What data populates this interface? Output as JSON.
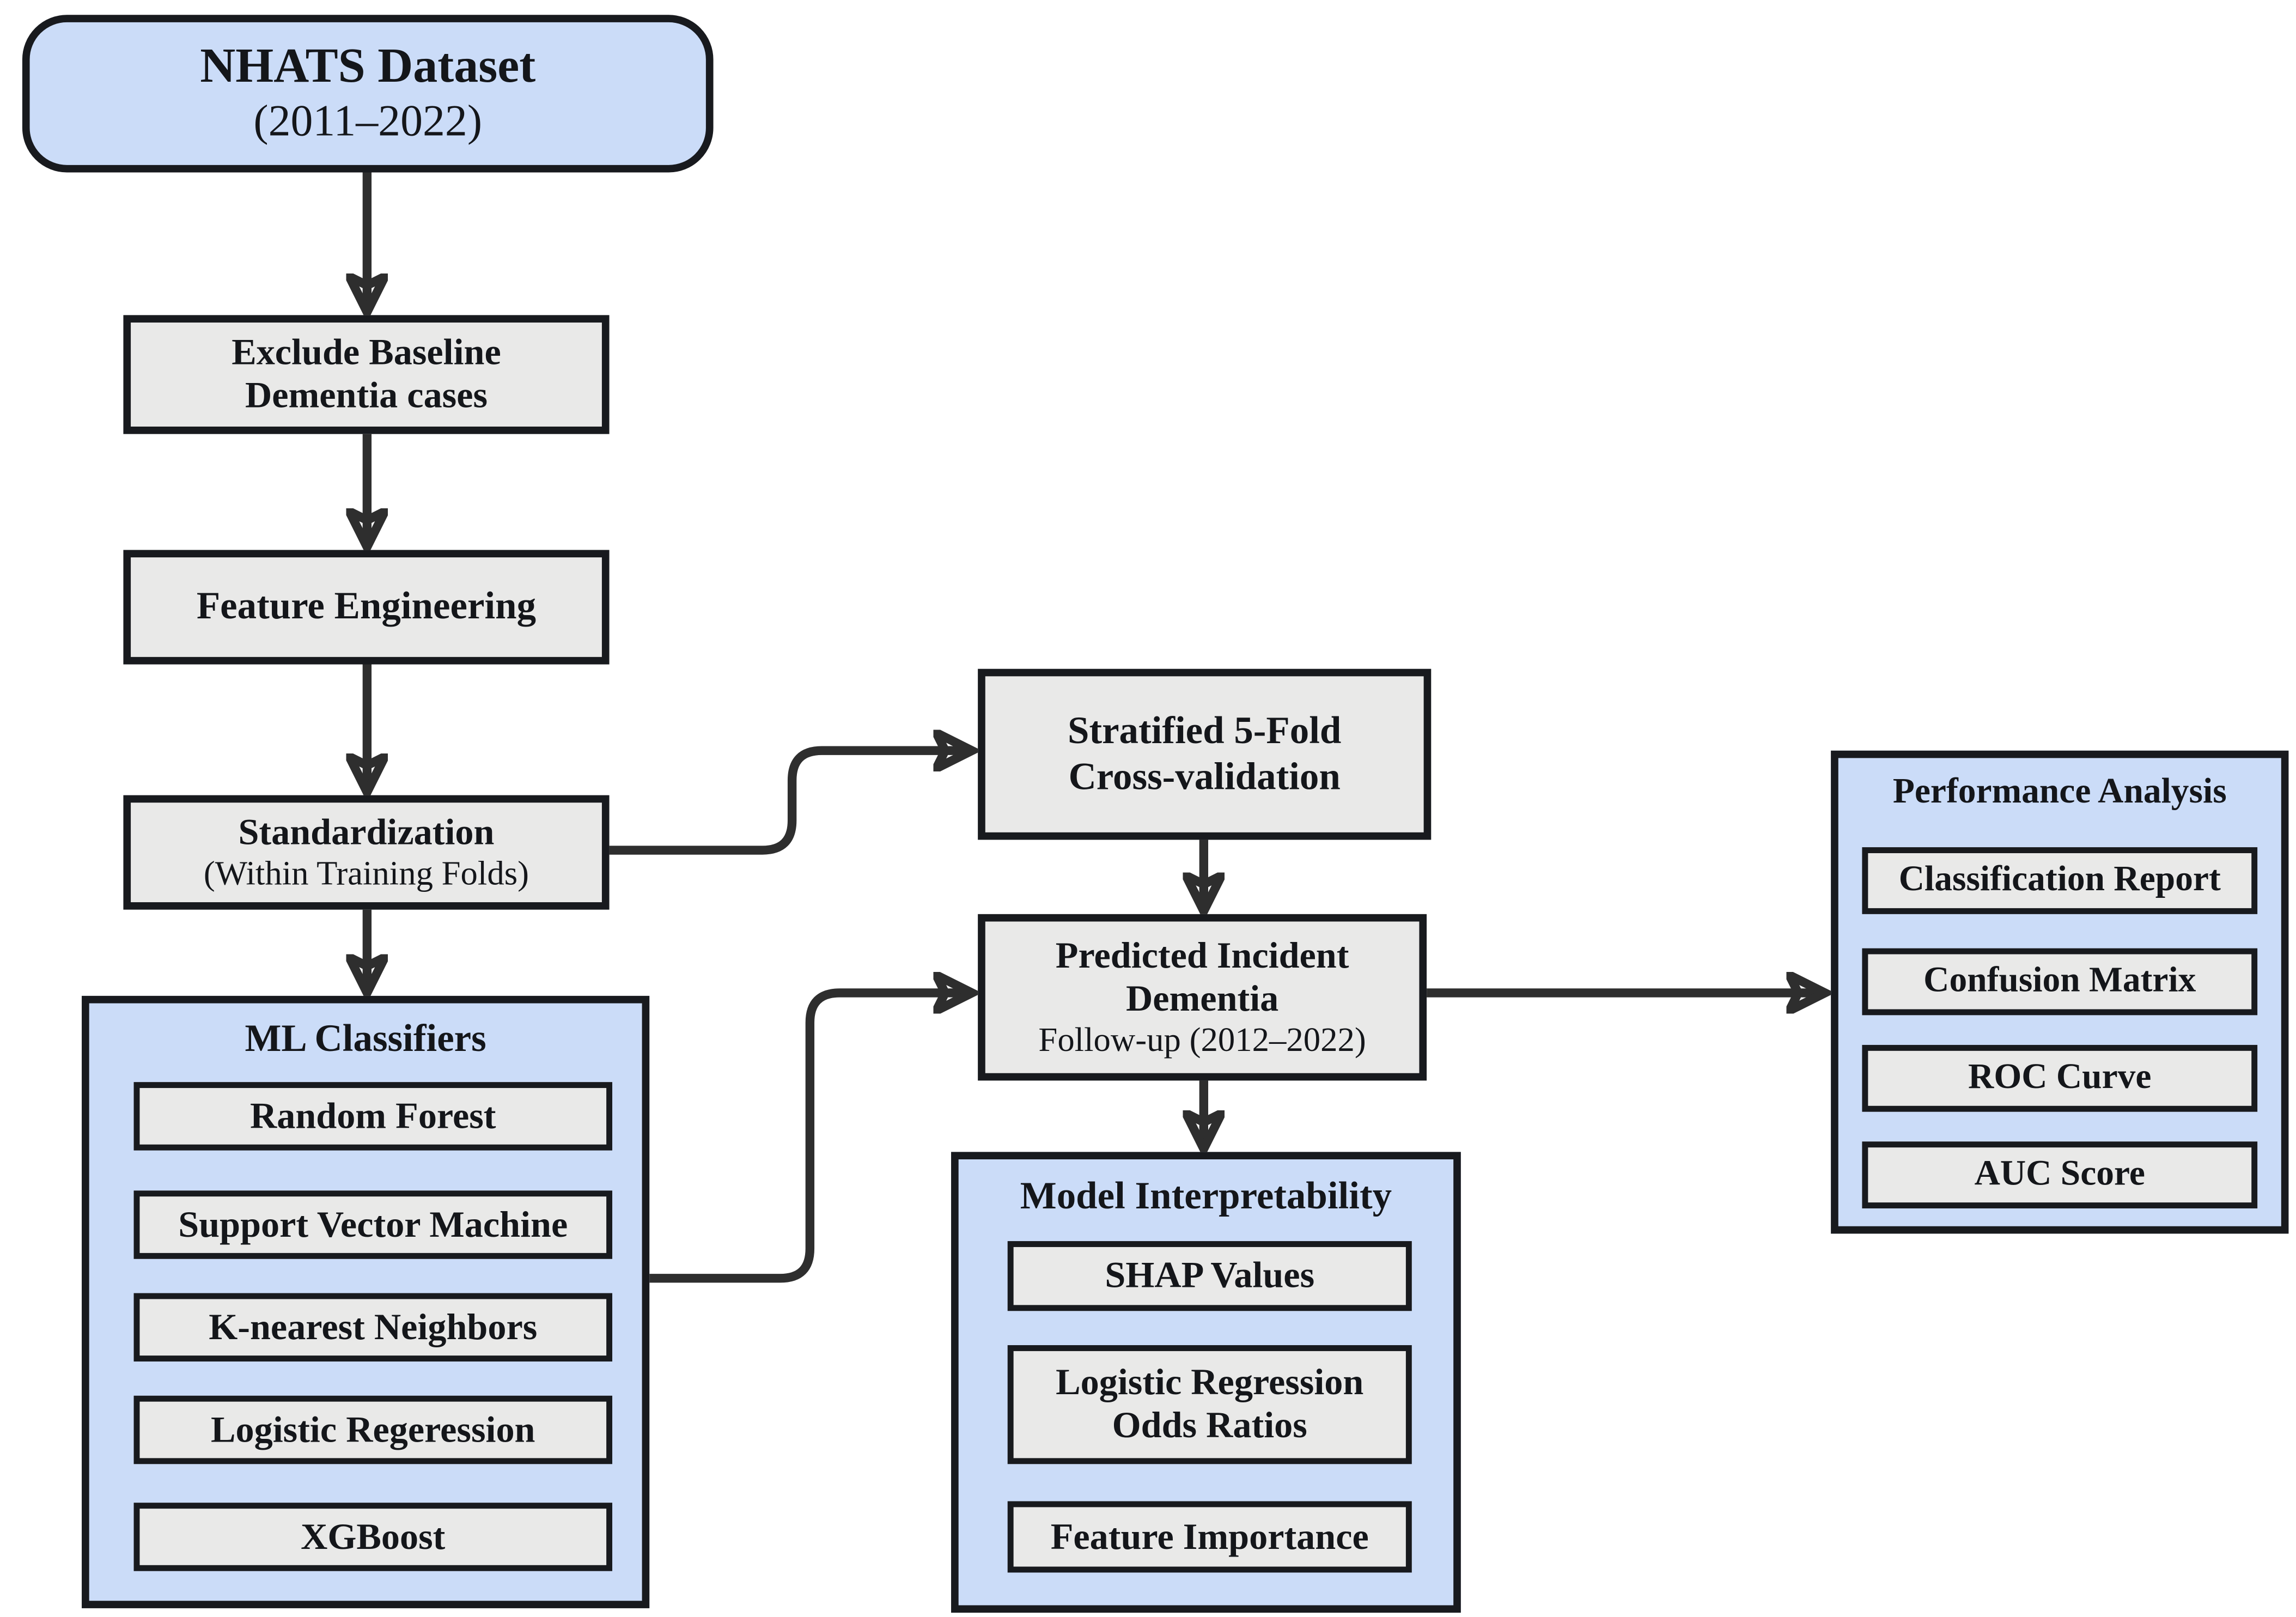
{
  "figure": {
    "background": "#ffffff",
    "colors": {
      "container_fill": "#cbdcf8",
      "process_fill": "#e9e9e8",
      "border": "#181a1e",
      "arrow": "#2e2e2e",
      "text": "#14161a"
    },
    "nodes": {
      "nhats": {
        "title": "NHATS Dataset",
        "subtitle": "(2011–2022)"
      },
      "exclude": {
        "line1": "Exclude Baseline",
        "line2": "Dementia cases"
      },
      "feature": {
        "label": "Feature Engineering"
      },
      "standardization": {
        "title": "Standardization",
        "subtitle": "(Within Training Folds)"
      },
      "stratified": {
        "line1": "Stratified 5-Fold",
        "line2": "Cross-validation"
      },
      "predicted": {
        "line1": "Predicted Incident",
        "line2": "Dementia",
        "subtitle": "Follow-up (2012–2022)"
      },
      "ml": {
        "title": "ML Classifiers",
        "items": [
          "Random Forest",
          "Support Vector Machine",
          "K-nearest Neighbors",
          "Logistic Regeression",
          "XGBoost"
        ]
      },
      "performance": {
        "title": "Performance Analysis",
        "items": [
          "Classification Report",
          "Confusion Matrix",
          "ROC Curve",
          "AUC Score"
        ]
      },
      "interpretability": {
        "title": "Model Interpretability",
        "shap": "SHAP Values",
        "odds_line1": "Logistic Regression",
        "odds_line2": "Odds Ratios",
        "feature_importance": "Feature Importance"
      }
    }
  }
}
